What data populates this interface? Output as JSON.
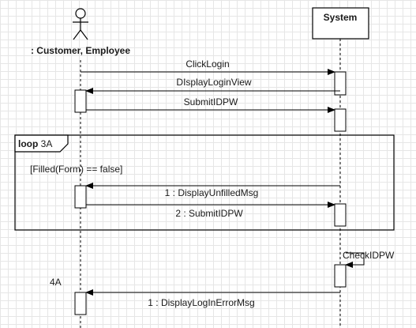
{
  "actor": {
    "label": ": Customer, Employee"
  },
  "system": {
    "label": "System"
  },
  "loop": {
    "keyword": "loop",
    "name": "3A",
    "guard": "[Filled(Form) == false]"
  },
  "messages": {
    "click_login": "ClickLogin",
    "display_login_view": "DIsplayLoginView",
    "submit_idpw": "SubmitIDPW",
    "display_unfilled": "1 : DisplayUnfilledMsg",
    "submit_idpw_2": "2 : SubmitIDPW",
    "check_idpw": "CheckIDPW",
    "display_login_error": "1 : DisplayLogInErrorMsg"
  },
  "annotations": {
    "label_4a": "4A"
  }
}
